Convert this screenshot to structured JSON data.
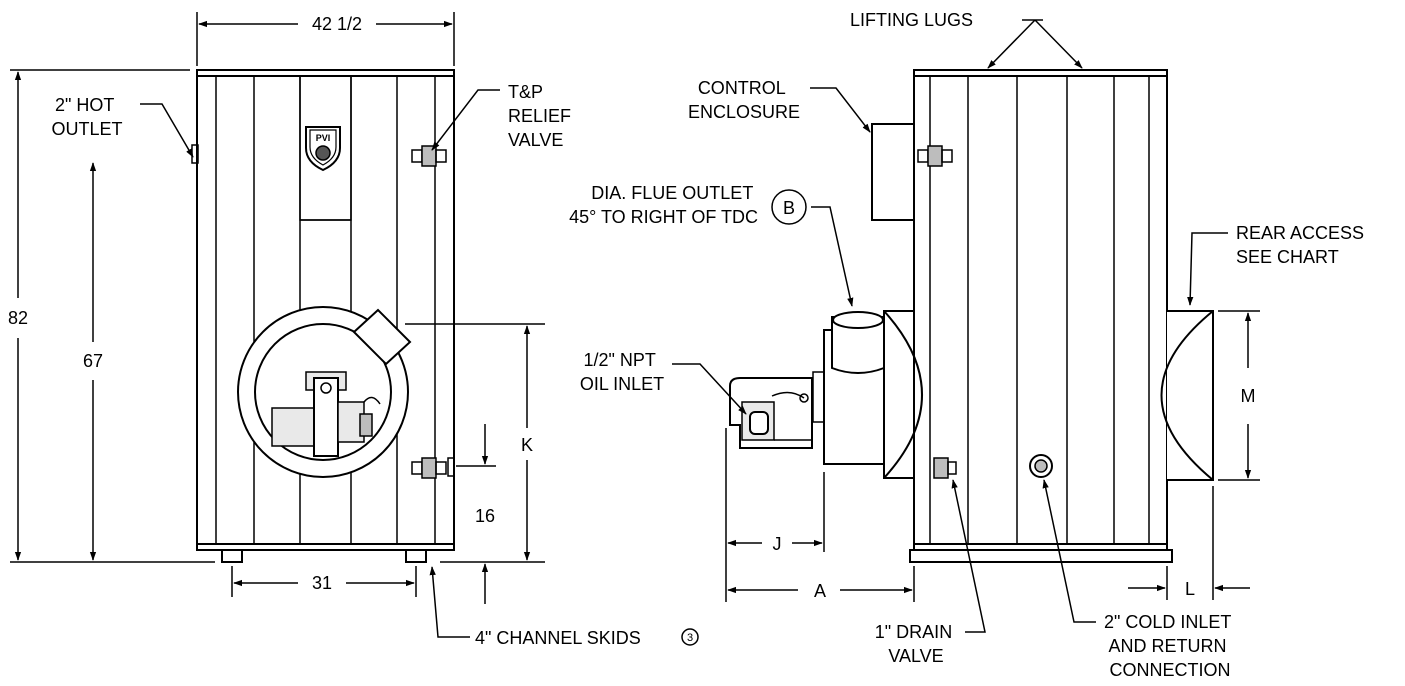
{
  "dimensions": {
    "width_top": "42 1/2",
    "height_overall": "82",
    "height_hot_outlet": "67",
    "skid_spacing": "31",
    "burner_height": "K",
    "drain_height": "16",
    "burner_depth": "J",
    "overall_front_depth": "A",
    "rear_depth": "L",
    "rear_access_height": "M"
  },
  "callouts": {
    "hot_outlet": [
      "2\" HOT",
      "OUTLET"
    ],
    "tp_relief": [
      "T&P",
      "RELIEF",
      "VALVE"
    ],
    "lifting_lugs": "LIFTING LUGS",
    "control_enclosure": [
      "CONTROL",
      "ENCLOSURE"
    ],
    "flue_outlet": [
      "DIA. FLUE OUTLET",
      "45° TO RIGHT OF TDC"
    ],
    "flue_marker": "B",
    "oil_inlet": [
      "1/2\" NPT",
      "OIL INLET"
    ],
    "rear_access": [
      "REAR ACCESS",
      "SEE CHART"
    ],
    "channel_skids": "4\" CHANNEL SKIDS",
    "channel_skids_note": "3",
    "drain_valve": [
      "1\" DRAIN",
      "VALVE"
    ],
    "cold_inlet": [
      "2\" COLD INLET",
      "AND RETURN",
      "CONNECTION"
    ]
  },
  "logo_text": "PVI"
}
